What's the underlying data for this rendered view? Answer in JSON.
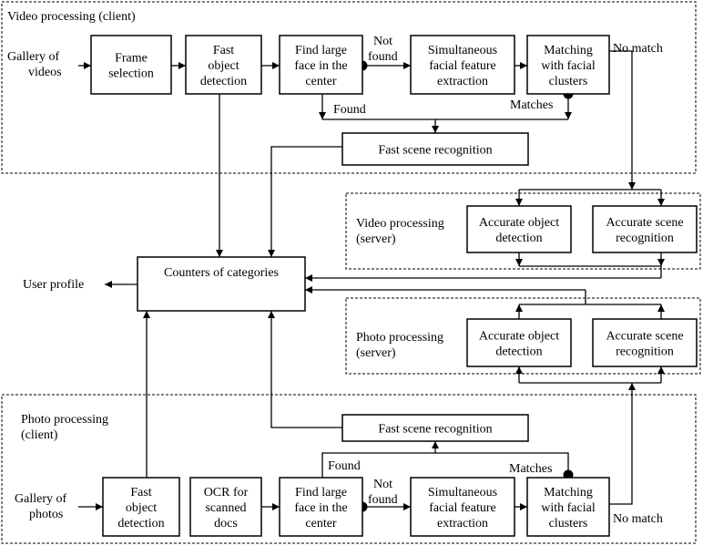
{
  "regions": {
    "video_client": "Video processing (client)",
    "video_server": [
      "Video processing",
      "(server)"
    ],
    "photo_server": [
      "Photo processing",
      "(server)"
    ],
    "photo_client": [
      "Photo processing",
      "(client)"
    ]
  },
  "inputs": {
    "gallery_videos": [
      "Gallery of",
      "videos"
    ],
    "gallery_photos": [
      "Gallery of",
      "photos"
    ],
    "user_profile": "User profile"
  },
  "nodes": {
    "frame_selection": [
      "Frame",
      "selection"
    ],
    "v_fast_object": [
      "Fast",
      "object",
      "detection"
    ],
    "v_find_face": [
      "Find large",
      "face in the",
      "center"
    ],
    "v_simultaneous": [
      "Simultaneous",
      "facial feature",
      "extraction"
    ],
    "v_matching": [
      "Matching",
      "with facial",
      "clusters"
    ],
    "v_fast_scene": [
      "Fast scene recognition"
    ],
    "vs_accurate_object": [
      "Accurate object",
      "detection"
    ],
    "vs_accurate_scene": [
      "Accurate scene",
      "recognition"
    ],
    "counters": [
      "Counters of categories"
    ],
    "ps_accurate_object": [
      "Accurate object",
      "detection"
    ],
    "ps_accurate_scene": [
      "Accurate scene",
      "recognition"
    ],
    "p_fast_scene": [
      "Fast scene recognition"
    ],
    "p_fast_object": [
      "Fast",
      "object",
      "detection"
    ],
    "ocr": [
      "OCR for",
      "scanned",
      "docs"
    ],
    "p_find_face": [
      "Find large",
      "face in the",
      "center"
    ],
    "p_simultaneous": [
      "Simultaneous",
      "facial feature",
      "extraction"
    ],
    "p_matching": [
      "Matching",
      "with facial",
      "clusters"
    ]
  },
  "edge_labels": {
    "v_not_found": [
      "Not",
      "found"
    ],
    "v_found": "Found",
    "v_matches": "Matches",
    "v_no_match": "No match",
    "p_found": "Found",
    "p_not_found": [
      "Not",
      "found"
    ],
    "p_matches": "Matches",
    "p_no_match": "No match"
  }
}
